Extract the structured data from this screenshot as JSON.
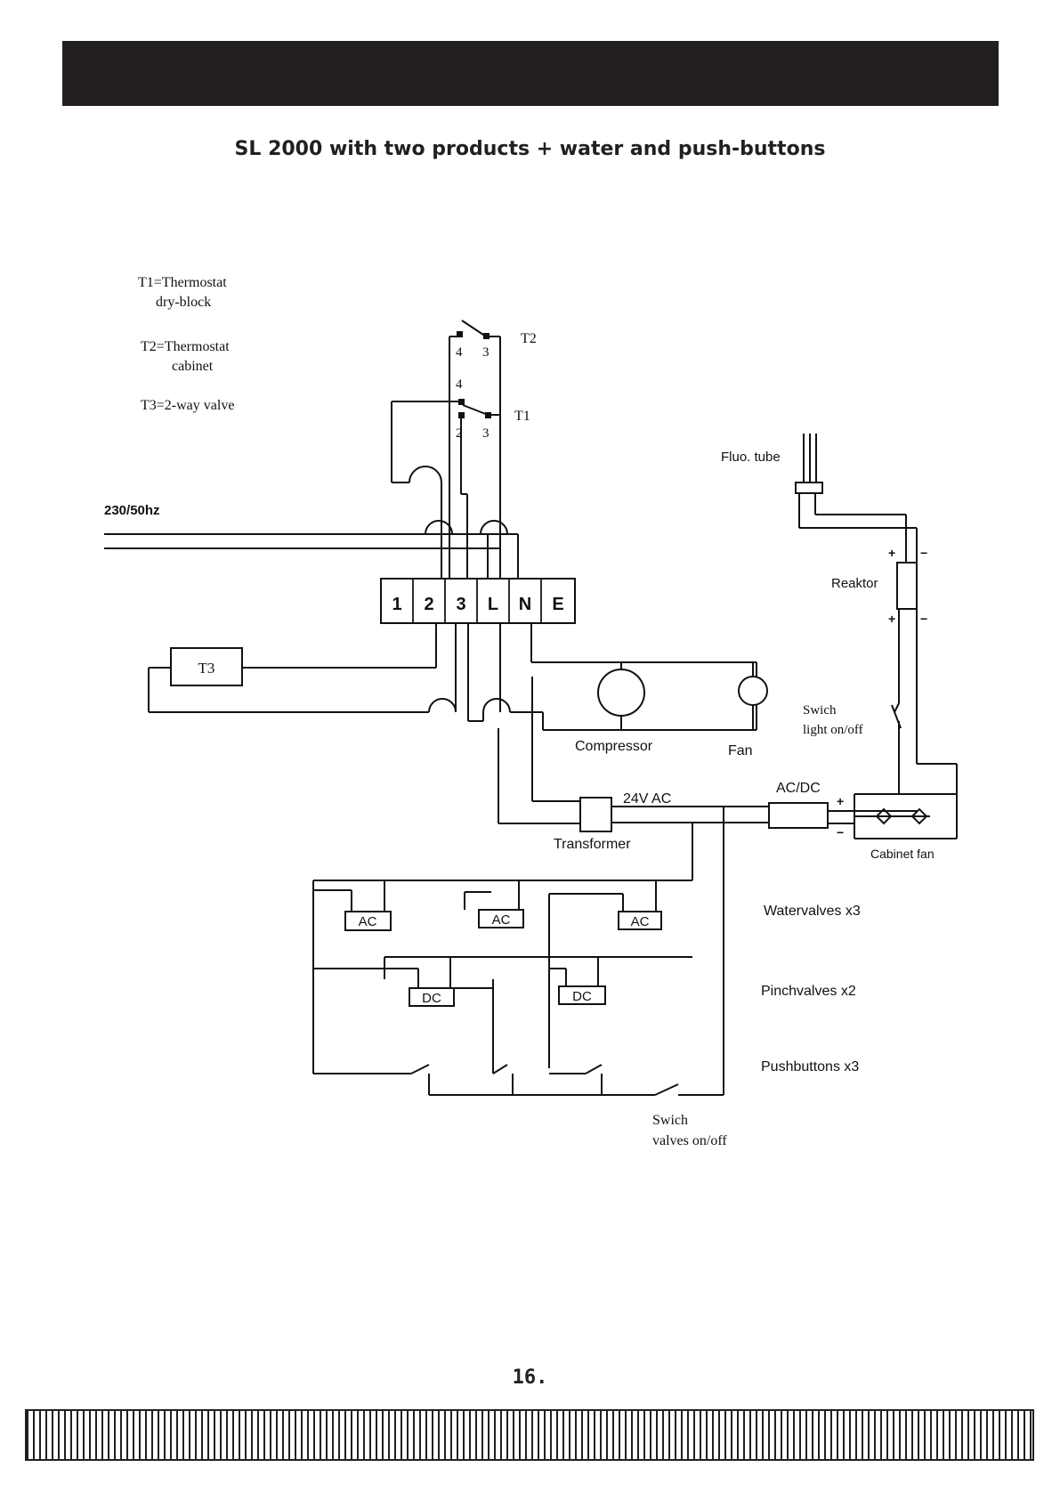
{
  "header": {
    "title": "SL 2000 with two products + water and push-buttons"
  },
  "legend": {
    "t1_line1": "T1=Thermostat",
    "t1_line2": "dry-block",
    "t2_line1": "T2=Thermostat",
    "t2_line2": "cabinet",
    "t3": "T3=2-way valve"
  },
  "supply": {
    "label": "230/50hz"
  },
  "thermostats": {
    "t2": {
      "label": "T2",
      "pin_left": "4",
      "pin_right": "3"
    },
    "t1": {
      "label": "T1",
      "pin_top": "4",
      "pin_left": "2",
      "pin_right": "3"
    }
  },
  "terminal_block": {
    "terminals": [
      "1",
      "2",
      "3",
      "L",
      "N",
      "E"
    ]
  },
  "components": {
    "t3": "T3",
    "compressor": "Compressor",
    "fan": "Fan",
    "transformer": "Transformer",
    "voltage": "24V AC",
    "acdc": "AC/DC",
    "fluo_tube": "Fluo. tube",
    "reaktor": "Reaktor",
    "switch_light_line1": "Swich",
    "switch_light_line2": "light on/off",
    "cabinet_fan": "Cabinet fan",
    "plus": "+",
    "minus": "−"
  },
  "valves": {
    "ac_label": "AC",
    "dc_label": "DC",
    "watervalves": "Watervalves x3",
    "pinchvalves": "Pinchvalves x2",
    "pushbuttons": "Pushbuttons x3",
    "switch_valves_line1": "Swich",
    "switch_valves_line2": "valves on/off"
  },
  "footer": {
    "page_number": "16."
  }
}
